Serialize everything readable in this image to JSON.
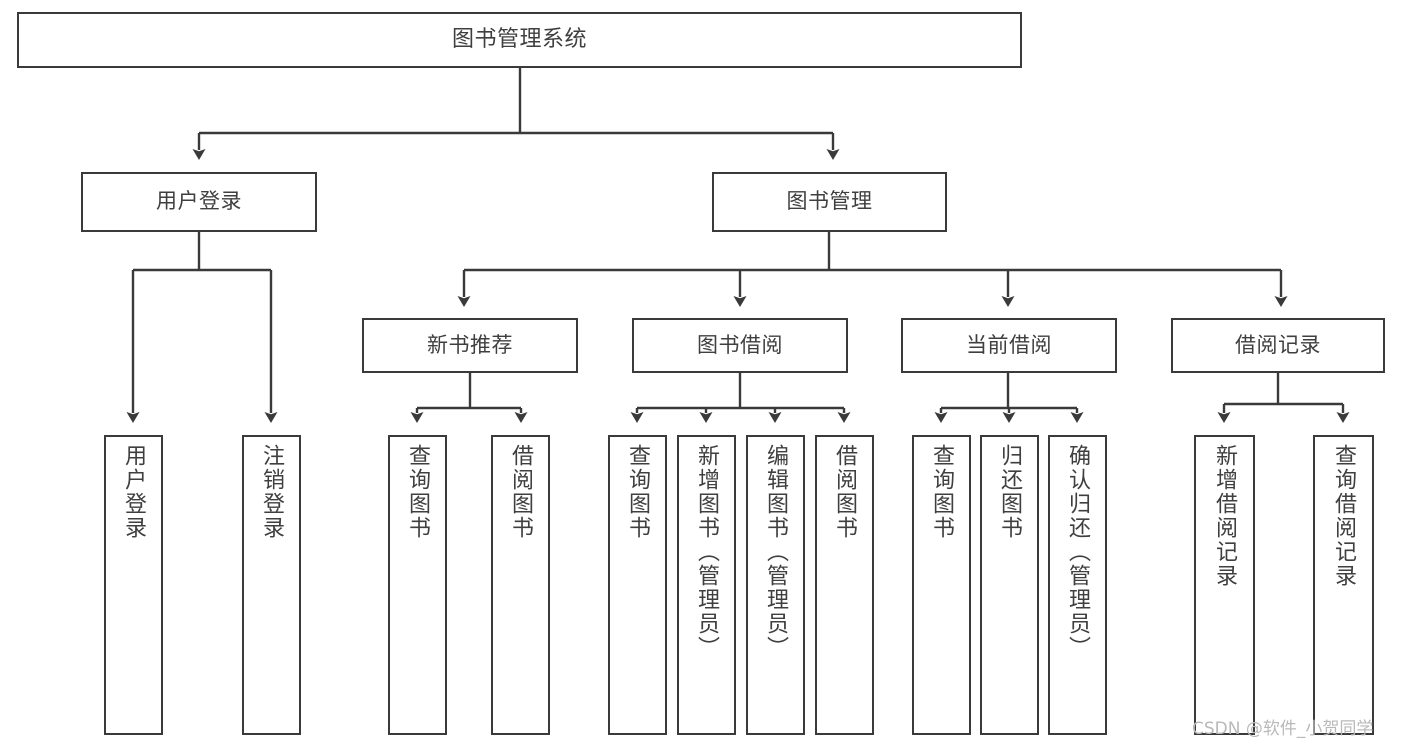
{
  "diagram": {
    "title": "图书管理系统",
    "type": "tree-hierarchy-chart",
    "stroke_color": "#3a3a3a",
    "text_color": "#3f3f3f",
    "background_color": "#ffffff",
    "watermark": "CSDN @软件_小贺同学",
    "nodes": {
      "root": {
        "label": "图书管理系统"
      },
      "level1": [
        {
          "id": "user-login",
          "label": "用户登录"
        },
        {
          "id": "book-management",
          "label": "图书管理"
        }
      ],
      "level2": [
        {
          "id": "new-book-recommend",
          "label": "新书推荐"
        },
        {
          "id": "book-borrow",
          "label": "图书借阅"
        },
        {
          "id": "current-borrow",
          "label": "当前借阅"
        },
        {
          "id": "borrow-record",
          "label": "借阅记录"
        }
      ],
      "leaves": {
        "user_login": [
          {
            "id": "leaf-user-login",
            "label": "用户登录"
          },
          {
            "id": "leaf-logout-login",
            "label": "注销登录"
          }
        ],
        "new_book_recommend": [
          {
            "id": "leaf-query-book-1",
            "label": "查询图书"
          },
          {
            "id": "leaf-borrow-book-1",
            "label": "借阅图书"
          }
        ],
        "book_borrow": [
          {
            "id": "leaf-query-book-2",
            "label": "查询图书"
          },
          {
            "id": "leaf-add-book",
            "label": "新增图书（管理员）"
          },
          {
            "id": "leaf-edit-book",
            "label": "编辑图书（管理员）"
          },
          {
            "id": "leaf-borrow-book-2",
            "label": "借阅图书"
          }
        ],
        "current_borrow": [
          {
            "id": "leaf-query-book-3",
            "label": "查询图书"
          },
          {
            "id": "leaf-return-book",
            "label": "归还图书"
          },
          {
            "id": "leaf-confirm-return",
            "label": "确认归还（管理员）"
          }
        ],
        "borrow_record": [
          {
            "id": "leaf-add-record",
            "label": "新增借阅记录"
          },
          {
            "id": "leaf-query-record",
            "label": "查询借阅记录"
          }
        ]
      }
    }
  }
}
